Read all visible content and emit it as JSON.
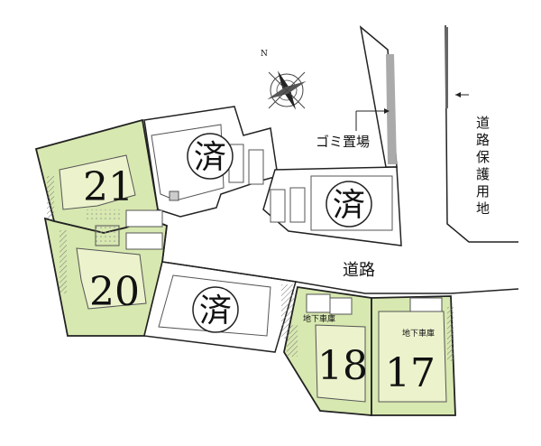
{
  "labels": {
    "road": "道路",
    "garbage": "ゴミ置場",
    "road_reserve": "道路保護用地",
    "basement_garage": "地下車庫"
  },
  "lots": [
    {
      "id": "21",
      "status": "available"
    },
    {
      "id": "20",
      "status": "available"
    },
    {
      "id": "18",
      "status": "available"
    },
    {
      "id": "17",
      "status": "available"
    }
  ],
  "sold": [
    {
      "label": "済"
    },
    {
      "label": "済"
    },
    {
      "label": "済"
    }
  ],
  "colors": {
    "lot_green": "#d7e8b0",
    "lot_yard": "#ecf2cc",
    "sold_fill": "#ffffff",
    "line": "#222222"
  }
}
